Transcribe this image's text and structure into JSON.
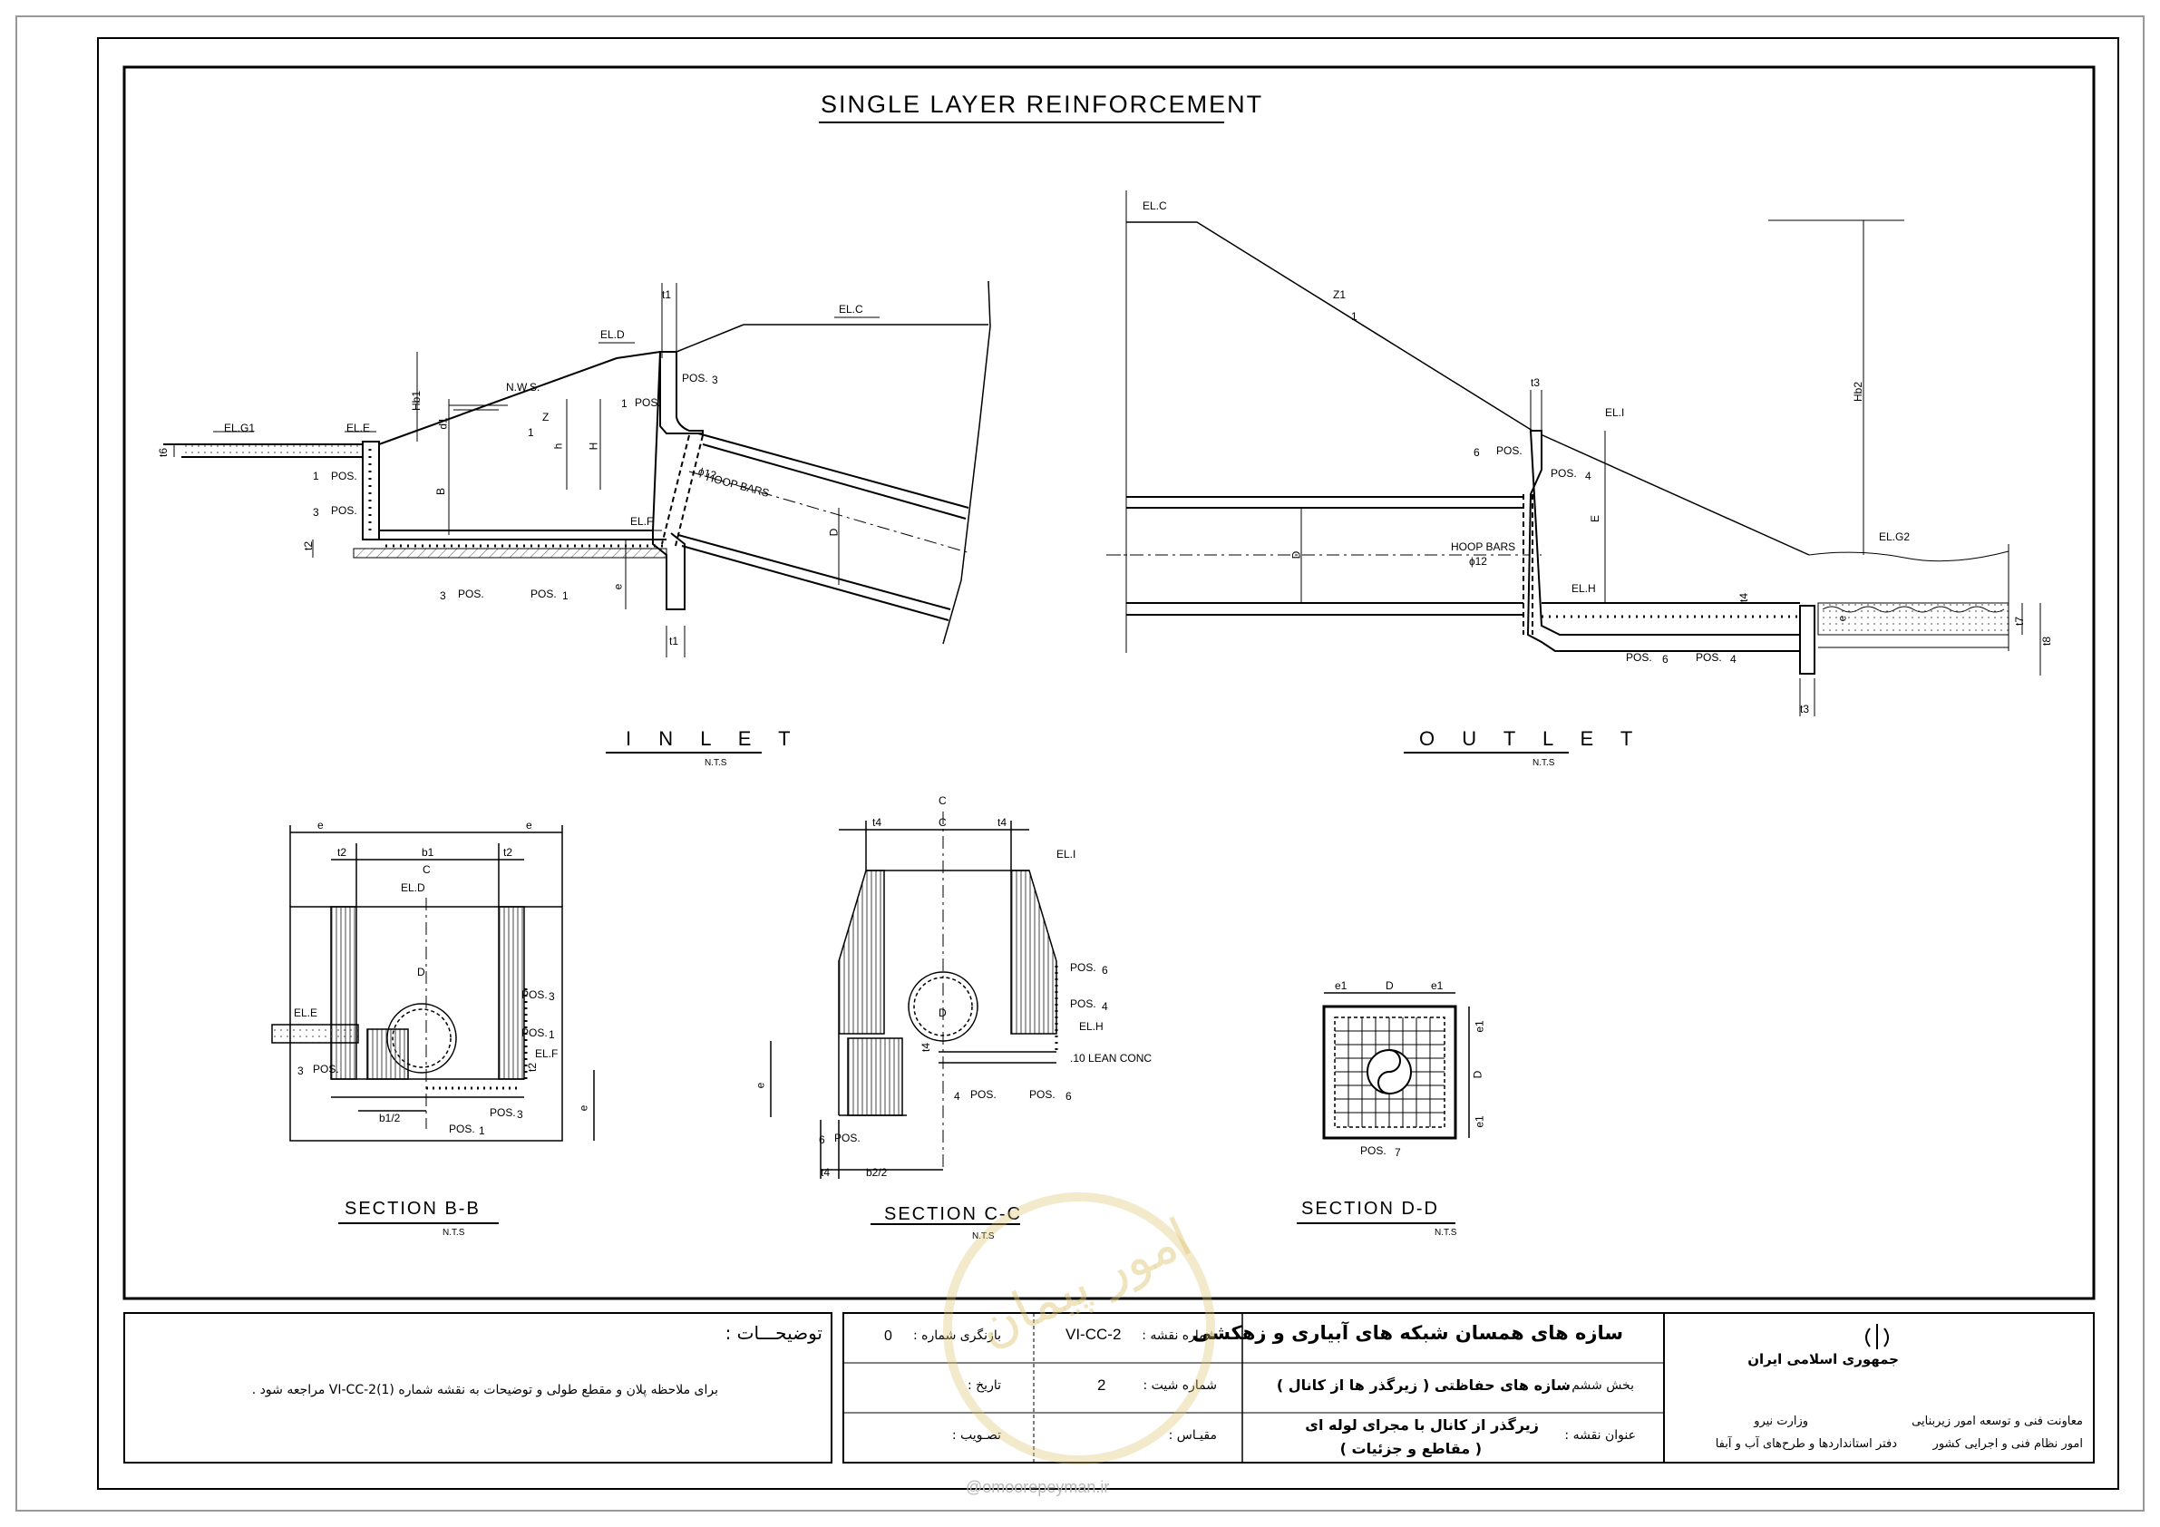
{
  "drawing": {
    "main_title": "SINGLE LAYER REINFORCEMENT",
    "views": {
      "inlet": {
        "title": "I N L E T",
        "scale": "N.T.S"
      },
      "outlet": {
        "title": "O U T L E T",
        "scale": "N.T.S"
      },
      "section_bb": {
        "title": "SECTION  B-B",
        "scale": "N.T.S"
      },
      "section_cc": {
        "title": "SECTION  C-C",
        "scale": "N.T.S"
      },
      "section_dd": {
        "title": "SECTION   D-D",
        "scale": "N.T.S"
      }
    },
    "inlet_labels": {
      "el_g1": "EL.G1",
      "el_e": "EL.E",
      "el_d": "EL.D",
      "el_c": "EL.C",
      "el_f": "EL.F",
      "nws": "N.W.S.",
      "t1_top": "t1",
      "t1_bottom": "t1",
      "t6": "t6",
      "t2": "t2",
      "hb1": "Hb1",
      "d1": "d1",
      "b": "B",
      "h": "h",
      "H": "H",
      "z": "Z",
      "one": "1",
      "e": "e",
      "d": "D",
      "hoop_bars": "HOOP BARS",
      "phi12": "ɸ12",
      "pos_labels": [
        "POS.",
        "POS.",
        "POS.",
        "POS.",
        "POS.",
        "POS."
      ],
      "pos_nums": [
        "1",
        "3",
        "1",
        "3",
        "3",
        "1"
      ]
    },
    "outlet_labels": {
      "el_c": "EL.C",
      "el_i": "EL.I",
      "el_h": "EL.H",
      "el_g2": "EL.G2",
      "z1": "Z1",
      "one": "1",
      "t3_top": "t3",
      "t3_bottom": "t3",
      "t4": "t4",
      "t7": "t7",
      "t8": "t8",
      "hb2": "Hb2",
      "E": "E",
      "d": "D",
      "e": "e",
      "hoop_bars": "HOOP BARS",
      "phi12": "ɸ12",
      "pos_labels": [
        "POS.",
        "POS.",
        "POS.",
        "POS."
      ],
      "pos_nums": [
        "6",
        "4",
        "6",
        "4"
      ]
    },
    "section_bb_labels": {
      "e_left": "e",
      "b1": "b1",
      "e_right": "e",
      "t2_left": "t2",
      "t2_right": "t2",
      "cl": "C",
      "el_d": "EL.D",
      "el_e": "EL.E",
      "el_f": "EL.F",
      "d": "D",
      "b1_2": "b1/2",
      "e_v": "e",
      "t2_v": "t2",
      "pos_labels": [
        "POS.",
        "POS.",
        "POS.",
        "POS.",
        "POS."
      ],
      "pos_nums": [
        "3",
        "1",
        "3",
        "3",
        "1"
      ]
    },
    "section_cc_labels": {
      "t4_left": "t4",
      "c": "C",
      "t4_right": "t4",
      "cl": "C",
      "el_i": "EL.I",
      "el_h": "EL.H",
      "lean_conc": ".10 LEAN CONC",
      "t4_v": "t4",
      "e": "e",
      "d": "D",
      "t4_bottom": "t4",
      "b2_2": "b2/2",
      "pos_labels": [
        "POS.",
        "POS.",
        "POS.",
        "POS.",
        "POS."
      ],
      "pos_nums": [
        "6",
        "4",
        "4",
        "6",
        "6"
      ]
    },
    "section_dd_labels": {
      "e1_a": "e1",
      "d_top": "D",
      "e1_b": "e1",
      "e1_c": "e1",
      "d_side": "D",
      "e1_d": "e1",
      "pos_label": "POS.",
      "pos_num": "7"
    }
  },
  "title_block": {
    "notes_heading": "توضیحـــات :",
    "notes_text": "برای ملاحظه پلان و مقطع طولی و توضیحات به نقشه شماره  VI-CC-2(1)  مراجعه شود .",
    "revision_label": "بازنگری شماره :",
    "revision_value": "0",
    "drawing_no_label": "شماره نقشه :",
    "drawing_no_value": "VI-CC-2",
    "date_label": "تاریخ :",
    "sheet_no_label": "شماره شیت :",
    "sheet_no_value": "2",
    "approval_label": "تصـویب :",
    "scale_label": "مقیـاس :",
    "project_title": "سازه های همسان شبکه های آبیاری و زهکشی",
    "section_label": "بخش ششم :",
    "section_value": "سازه های حفاظتی ( زیرگذر ها از کانال )",
    "drawing_title_label": "عنوان نقشه :",
    "drawing_title_line1": "زیرگذر از کانال با مجرای لوله ای",
    "drawing_title_line2": "( مقاطع و جزئیات )",
    "country": "جمهوری اسلامی ایران",
    "ministry": "وزارت نیرو",
    "deputy": "معاونت فنی و توسعه امور زیربنایی",
    "office": "امور نظام فنی و اجرایی کشور",
    "bureau": "دفتر استانداردها و طرح‌های آب و آبفا"
  },
  "watermark": {
    "text": "امور پیمان",
    "url": "@omoorepeyman.ir"
  }
}
